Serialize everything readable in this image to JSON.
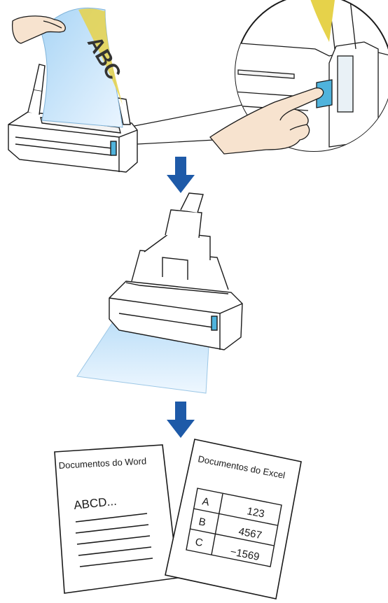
{
  "step1": {
    "paper_text": "ABC"
  },
  "word_doc": {
    "title": "Documentos do Word",
    "body_text": "ABCD..."
  },
  "excel_doc": {
    "title": "Documentos do Excel",
    "rows": [
      {
        "label": "A",
        "value": "123"
      },
      {
        "label": "B",
        "value": "4567"
      },
      {
        "label": "C",
        "value": "−1569"
      }
    ]
  },
  "colors": {
    "arrow": "#1e5aa8",
    "paper": "#cfe6fb",
    "paper_sheen": "#e6d24a",
    "scan_button": "#4fb3dc",
    "outline": "#1a1a1a"
  },
  "icons": [
    "hand-icon",
    "scanner-icon",
    "down-arrow-icon",
    "document-icon"
  ]
}
